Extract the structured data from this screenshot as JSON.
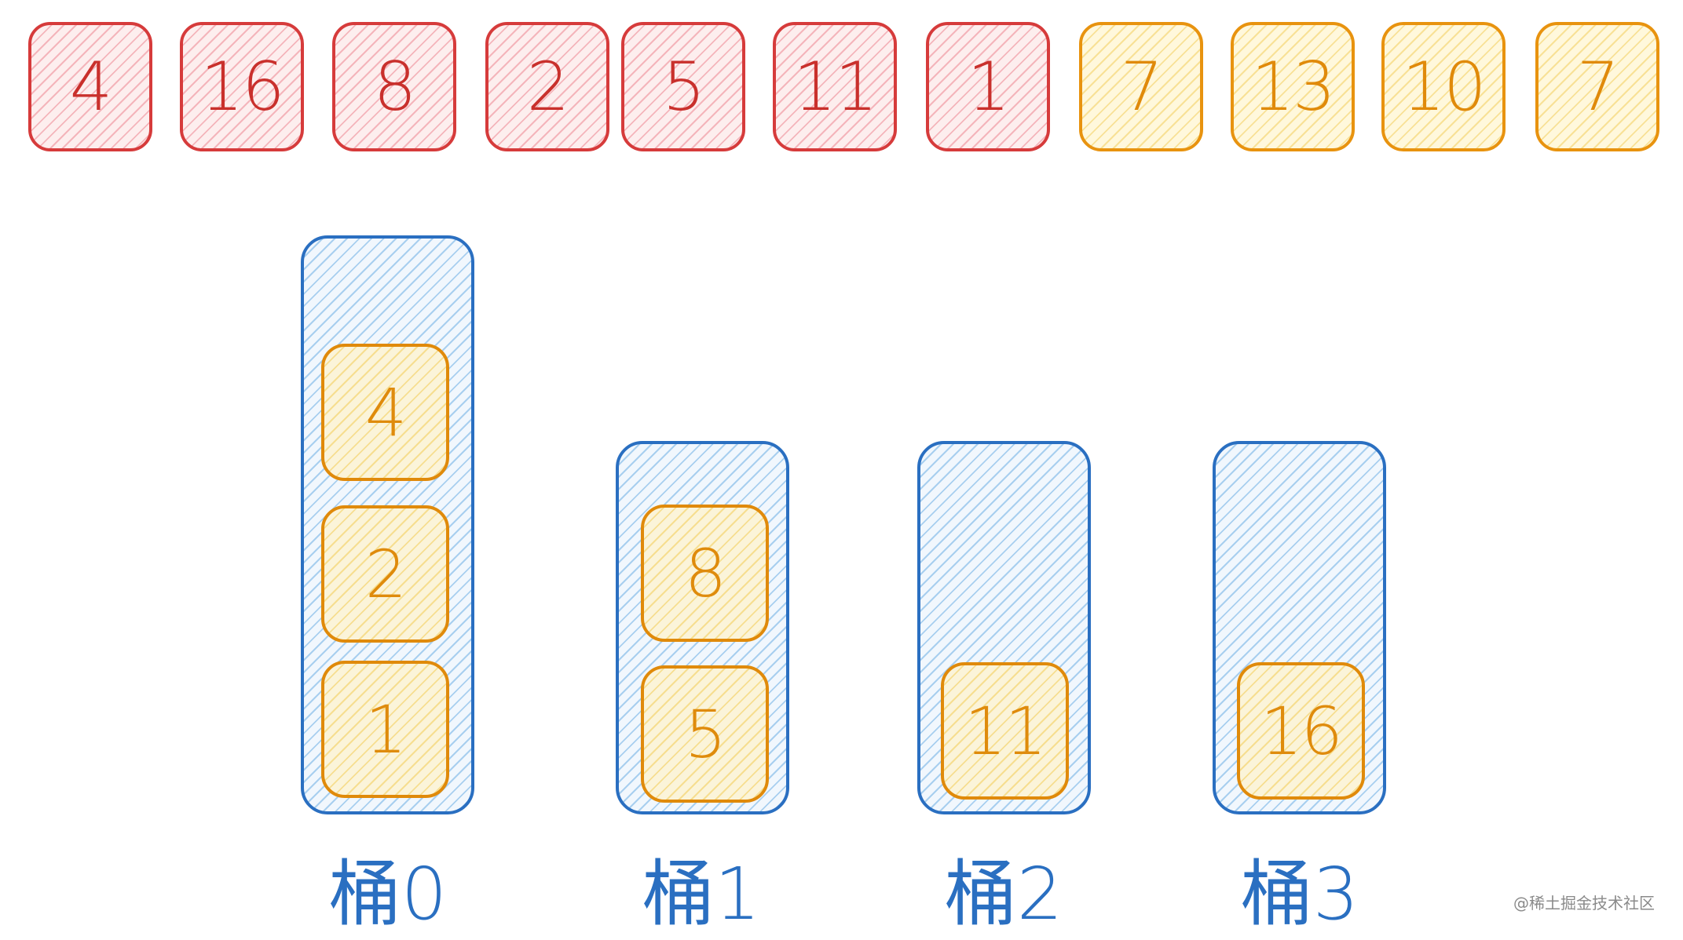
{
  "input_array": {
    "items": [
      {
        "value": "4",
        "color": "red"
      },
      {
        "value": "16",
        "color": "red"
      },
      {
        "value": "8",
        "color": "red"
      },
      {
        "value": "2",
        "color": "red"
      },
      {
        "value": "5",
        "color": "red"
      },
      {
        "value": "11",
        "color": "red"
      },
      {
        "value": "1",
        "color": "red"
      },
      {
        "value": "7",
        "color": "orange"
      },
      {
        "value": "13",
        "color": "orange"
      },
      {
        "value": "10",
        "color": "orange"
      },
      {
        "value": "7",
        "color": "orange"
      }
    ]
  },
  "buckets": [
    {
      "label": "桶0",
      "items": [
        "4",
        "2",
        "1"
      ]
    },
    {
      "label": "桶1",
      "items": [
        "8",
        "5"
      ]
    },
    {
      "label": "桶2",
      "items": [
        "11"
      ]
    },
    {
      "label": "桶3",
      "items": [
        "16"
      ]
    }
  ],
  "colors": {
    "processed_border": "#d63b3b",
    "pending_border": "#e8930f",
    "bucket_border": "#2a6fc1",
    "bucket_item_border": "#e08a0a"
  },
  "watermark": "@稀土掘金技术社区"
}
